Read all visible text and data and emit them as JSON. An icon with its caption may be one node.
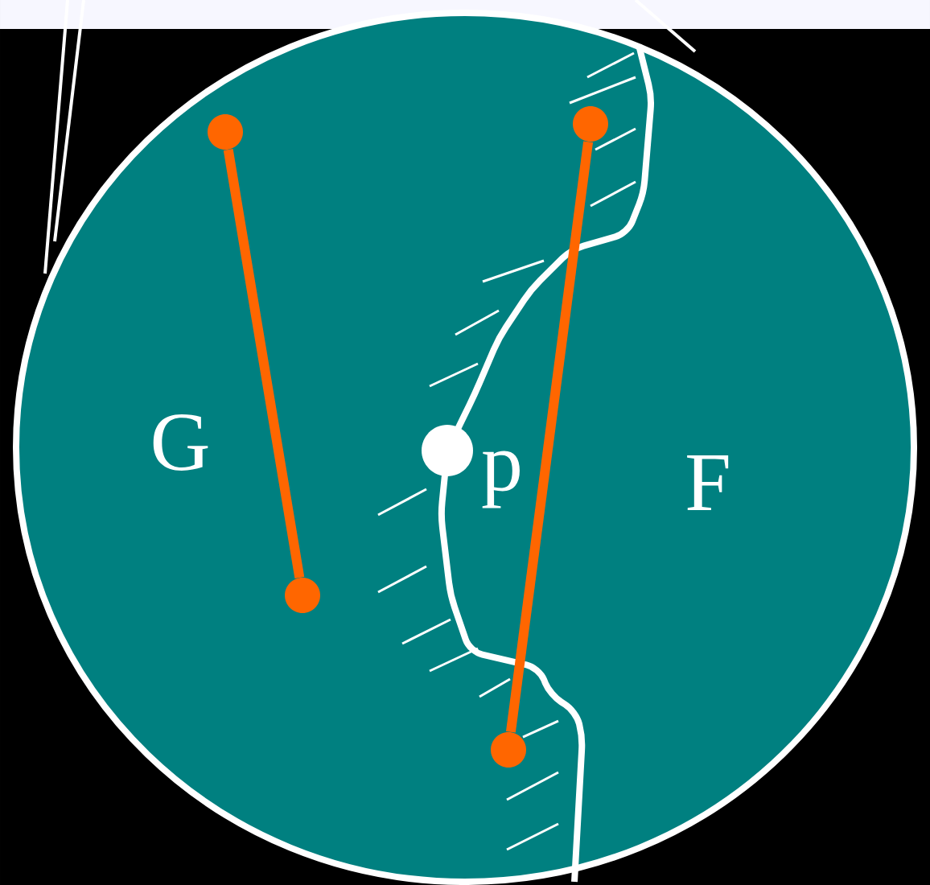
{
  "diagram": {
    "nodes": [
      {
        "text": [],
        "shape": "circle"
      },
      {
        "text": [],
        "shape": "circle"
      },
      {
        "text": [],
        "shape": "circle"
      },
      {
        "text": [],
        "shape": "circle"
      }
    ],
    "edges": [
      {
        "from": 0,
        "to": 1,
        "arrow": "none"
      },
      {
        "from": 2,
        "to": 3,
        "arrow": "none"
      }
    ],
    "labels": [
      "G",
      "p",
      "F"
    ]
  }
}
